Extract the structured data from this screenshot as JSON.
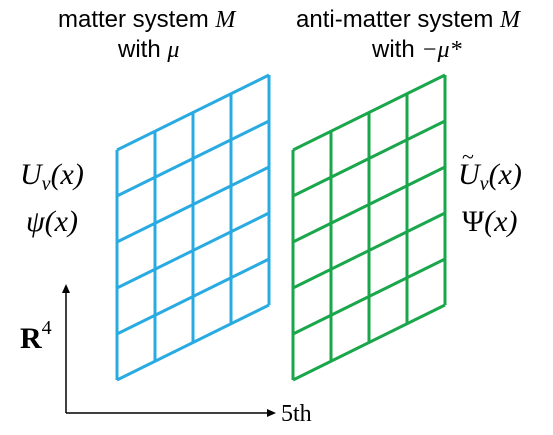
{
  "left_panel": {
    "title_text": "matter system ",
    "title_symbol": "M",
    "subtitle_text": "with ",
    "subtitle_symbol": "μ",
    "grid_color": "#29abe2",
    "field_gauge_base": "U",
    "field_gauge_sub": "ν",
    "field_gauge_arg": "(x)",
    "field_matter_base": "ψ",
    "field_matter_arg": "(x)"
  },
  "right_panel": {
    "title_text": "anti-matter system ",
    "title_symbol": "M",
    "subtitle_text": "with ",
    "subtitle_symbol": "−μ*",
    "grid_color": "#1aa64a",
    "field_gauge_tilde": "~",
    "field_gauge_base": "U",
    "field_gauge_sub": "ν",
    "field_gauge_arg": "(x)",
    "field_matter_base": "Ψ",
    "field_matter_arg": "(x)"
  },
  "axes": {
    "vertical_label": "R",
    "vertical_label_sup": "4",
    "horizontal_label": "5th"
  }
}
